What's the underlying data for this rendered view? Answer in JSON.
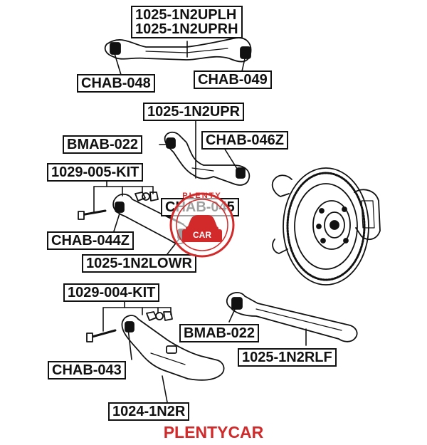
{
  "labels": {
    "upper_link_left": "1025-1N2UPLH",
    "upper_link_right": "1025-1N2UPRH",
    "bushing_upper_left": "CHAB-048",
    "bushing_upper_right": "CHAB-049",
    "upper_arm": "1025-1N2UPR",
    "bushing_upper_arm_front": "BMAB-022",
    "bushing_upper_arm_rear": "CHAB-046Z",
    "bolt_kit_1": "1029-005-KIT",
    "bushing_lower_mid": "CHAB-045",
    "bushing_lower_inner": "CHAB-044Z",
    "lower_arm": "1025-1N2LOWR",
    "bolt_kit_2": "1029-004-KIT",
    "bushing_trailing": "BMAB-022",
    "trailing_link": "1025-1N2RLF",
    "bushing_lower_rear": "CHAB-043",
    "lower_control_arm": "1024-1N2R"
  },
  "watermark": {
    "top_text": "PLENTY",
    "bottom_text": "CAR",
    "color": "#d22a2a"
  },
  "brand": "PLENTYCAR",
  "colors": {
    "ink": "#111111",
    "brand": "#d22a2a"
  }
}
